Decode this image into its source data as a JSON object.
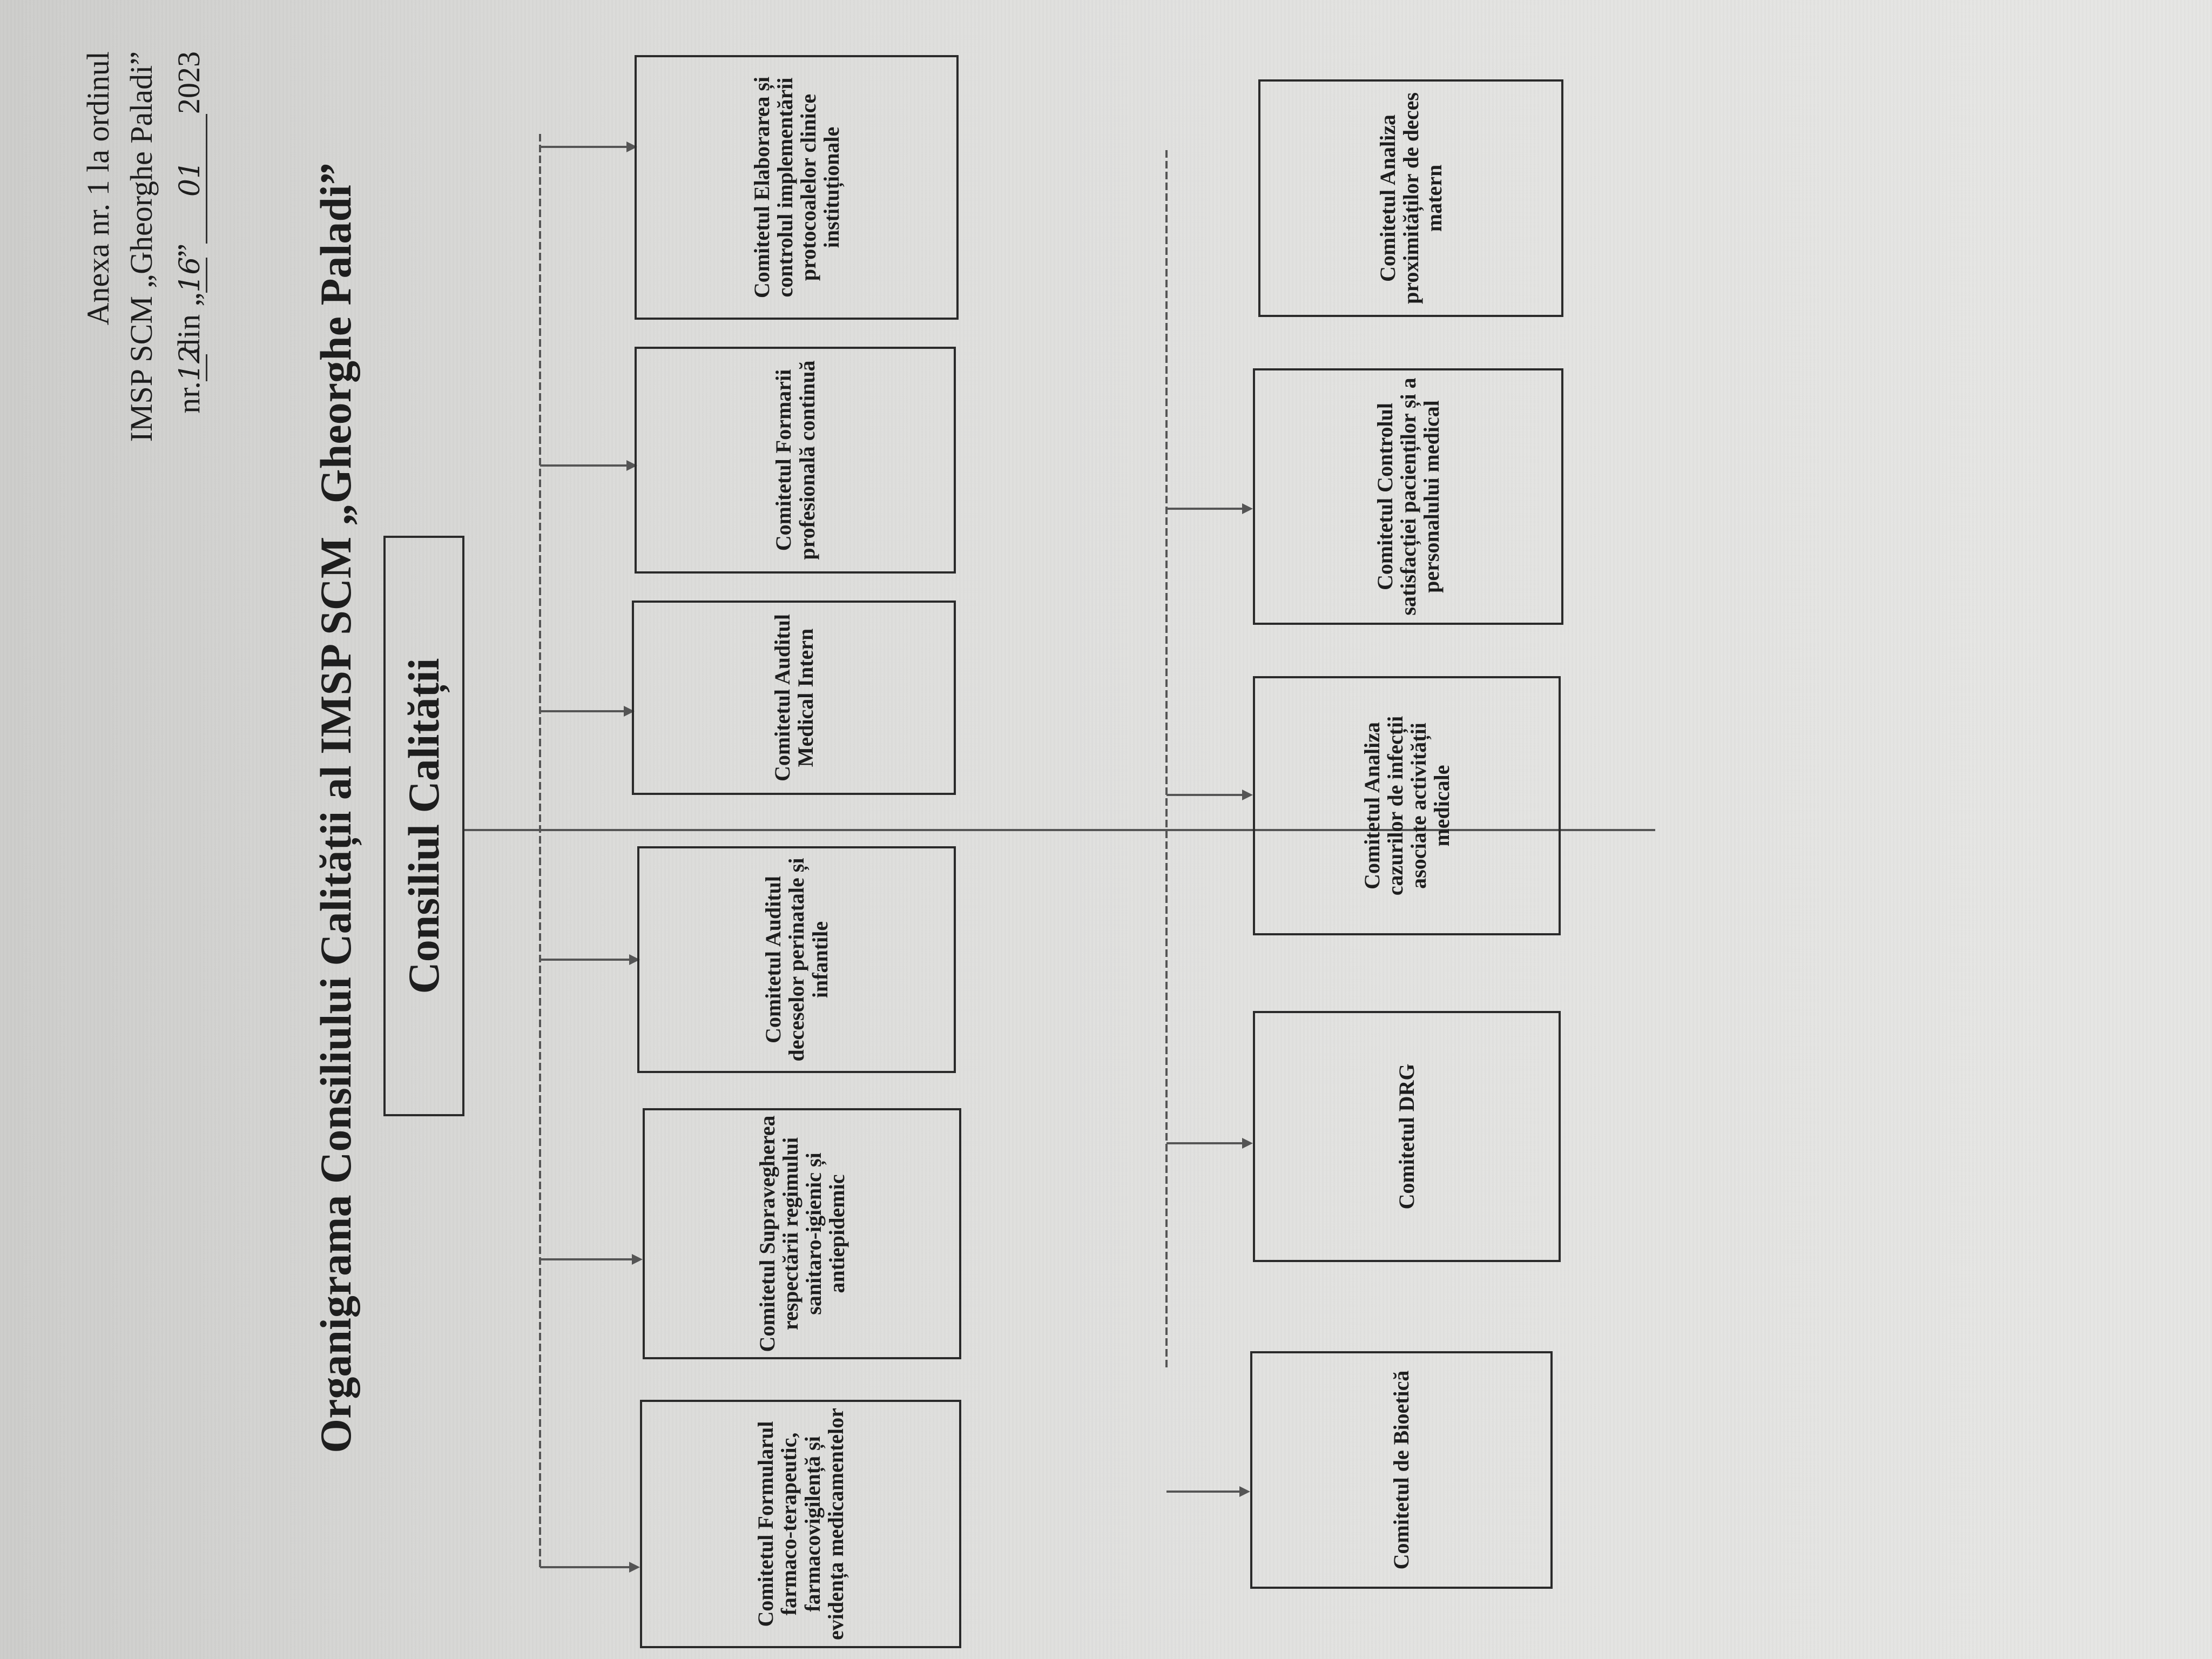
{
  "annex": {
    "line1": "Anexa nr. 1 la ordinul",
    "line2": "IMSP SCM „Gheorghe Paladi”",
    "line3_prefix": "nr. ",
    "order_number": "12",
    "line3_mid": " din „",
    "day": "16",
    "line3_sep": "”",
    "month": "01",
    "year": "2023"
  },
  "title": "Organigrama Consiliului Calității al IMSP SCM „Gheorghe Paladi”",
  "council": "Consiliul Calității",
  "committees_row1": [
    "Comitetul Formularul farmaco-terapeutic, farmacovigilență și evidența medicamentelor",
    "Comitetul Supravegherea respectării regimului sanitaro-igienic și antiepidemic",
    "Comitetul Auditul deceselor perinatale și infantile",
    "Comitetul Auditul Medical Intern",
    "Comitetul Formarii profesională continuă",
    "Comitetul Elaborarea și controlul implementării protocoalelor clinice instituționale"
  ],
  "committees_row2": [
    "Comitetul de Bioetică",
    "Comitetul DRG",
    "Comitetul Analiza cazurilor de infecții asociate activității medicale",
    "Comitetul Controlul satisfacției pacienților și a personalului medical",
    "Comitetul Analiza proximităților de deces matern"
  ],
  "colors": {
    "ink": "#1e1e1e",
    "paper": "#dcdcda"
  }
}
